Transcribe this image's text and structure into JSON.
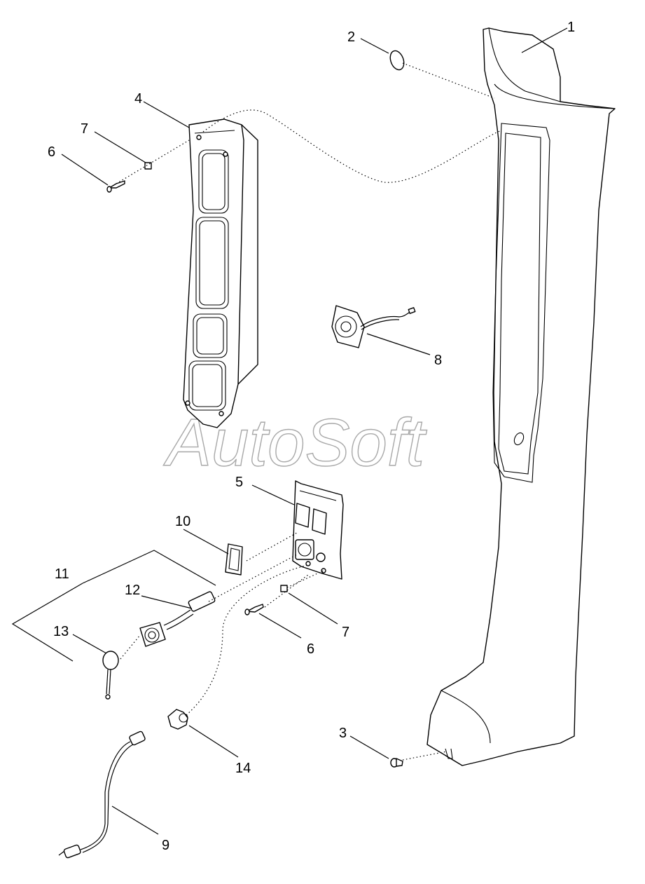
{
  "diagram": {
    "watermark": "AutoSoft",
    "callouts": [
      {
        "id": "c1",
        "label": "1"
      },
      {
        "id": "c2",
        "label": "2"
      },
      {
        "id": "c3",
        "label": "3"
      },
      {
        "id": "c4",
        "label": "4"
      },
      {
        "id": "c5",
        "label": "5"
      },
      {
        "id": "c6a",
        "label": "6"
      },
      {
        "id": "c6b",
        "label": "6"
      },
      {
        "id": "c7a",
        "label": "7"
      },
      {
        "id": "c7b",
        "label": "7"
      },
      {
        "id": "c8",
        "label": "8"
      },
      {
        "id": "c9",
        "label": "9"
      },
      {
        "id": "c10",
        "label": "10"
      },
      {
        "id": "c11",
        "label": "11"
      },
      {
        "id": "c12",
        "label": "12"
      },
      {
        "id": "c13",
        "label": "13"
      },
      {
        "id": "c14",
        "label": "14"
      }
    ]
  }
}
